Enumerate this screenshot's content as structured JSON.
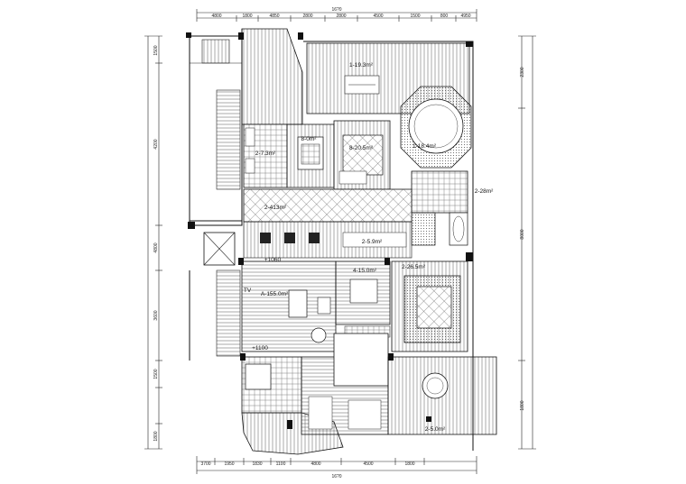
{
  "drawing": {
    "top_dims_overall": "16?0",
    "top_dims": [
      "4800",
      "1800",
      "4850",
      "2800",
      "2800",
      "4500",
      "1500",
      "800",
      "4950"
    ],
    "bottom_dims_overall": "16?0",
    "bottom_dims": [
      "3700",
      "1950",
      "1830",
      "1100",
      "4800",
      "4500",
      "1800"
    ],
    "left_dims": [
      "1500",
      "4200",
      "4800",
      "3600",
      "1500",
      "1800"
    ],
    "right_dims": [
      "2300",
      "8000",
      "1800"
    ]
  },
  "rooms": [
    {
      "id": "roof-garden",
      "label": "1-19.3m²"
    },
    {
      "id": "round-pavilion",
      "label": "1-18.4m²"
    },
    {
      "id": "kitchen",
      "label": "2-7.3m²"
    },
    {
      "id": "dining",
      "label": "8-0m²"
    },
    {
      "id": "bedroom-small",
      "label": "8-20.5m²"
    },
    {
      "id": "corridor",
      "label": "2-413m²"
    },
    {
      "id": "bath-small",
      "label": "2-28m²"
    },
    {
      "id": "lobby",
      "label": "2-5.9m²"
    },
    {
      "id": "living",
      "label": "A-155.0m²"
    },
    {
      "id": "study",
      "label": "4-15.0m²"
    },
    {
      "id": "master-bed",
      "label": "2-26.5m²"
    }
  ],
  "notes": {
    "elev_1": "+1060",
    "elev_2": "+1100",
    "tv": "TV",
    "terrace": "2-5.0m²"
  }
}
